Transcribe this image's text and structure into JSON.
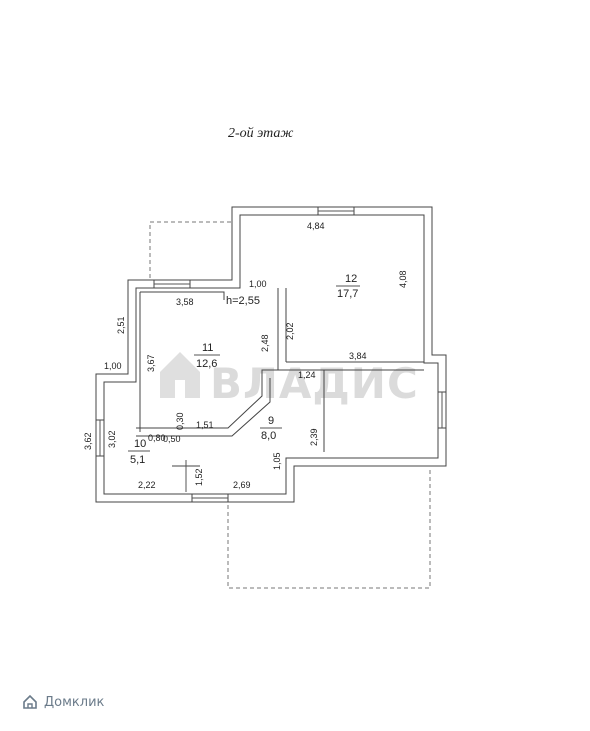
{
  "floor_title": "2-ой этаж",
  "watermark": "ВЛАДИС",
  "footer_brand": "Домклик",
  "ceiling_height": "h=2,55",
  "rooms": [
    {
      "number": "12",
      "area": "17,7"
    },
    {
      "number": "11",
      "area": "12,6"
    },
    {
      "number": "9",
      "area": "8,0"
    },
    {
      "number": "10",
      "area": "5,1"
    }
  ],
  "dimensions": {
    "d_4_84": "4,84",
    "d_4_08": "4,08",
    "d_1_00_top": "1,00",
    "d_3_58": "3,58",
    "d_2_51": "2,51",
    "d_2_02": "2,02",
    "d_2_48": "2,48",
    "d_3_67": "3,67",
    "d_3_84": "3,84",
    "d_1_24": "1,24",
    "d_1_00_left": "1,00",
    "d_0_80": "0,80",
    "d_0_30": "0,30",
    "d_1_51": "1,51",
    "d_0_50": "0,50",
    "d_2_39": "2,39",
    "d_3_62": "3,62",
    "d_3_02": "3,02",
    "d_1_52": "1,52",
    "d_1_05": "1,05",
    "d_2_22": "2,22",
    "d_2_69": "2,69"
  }
}
